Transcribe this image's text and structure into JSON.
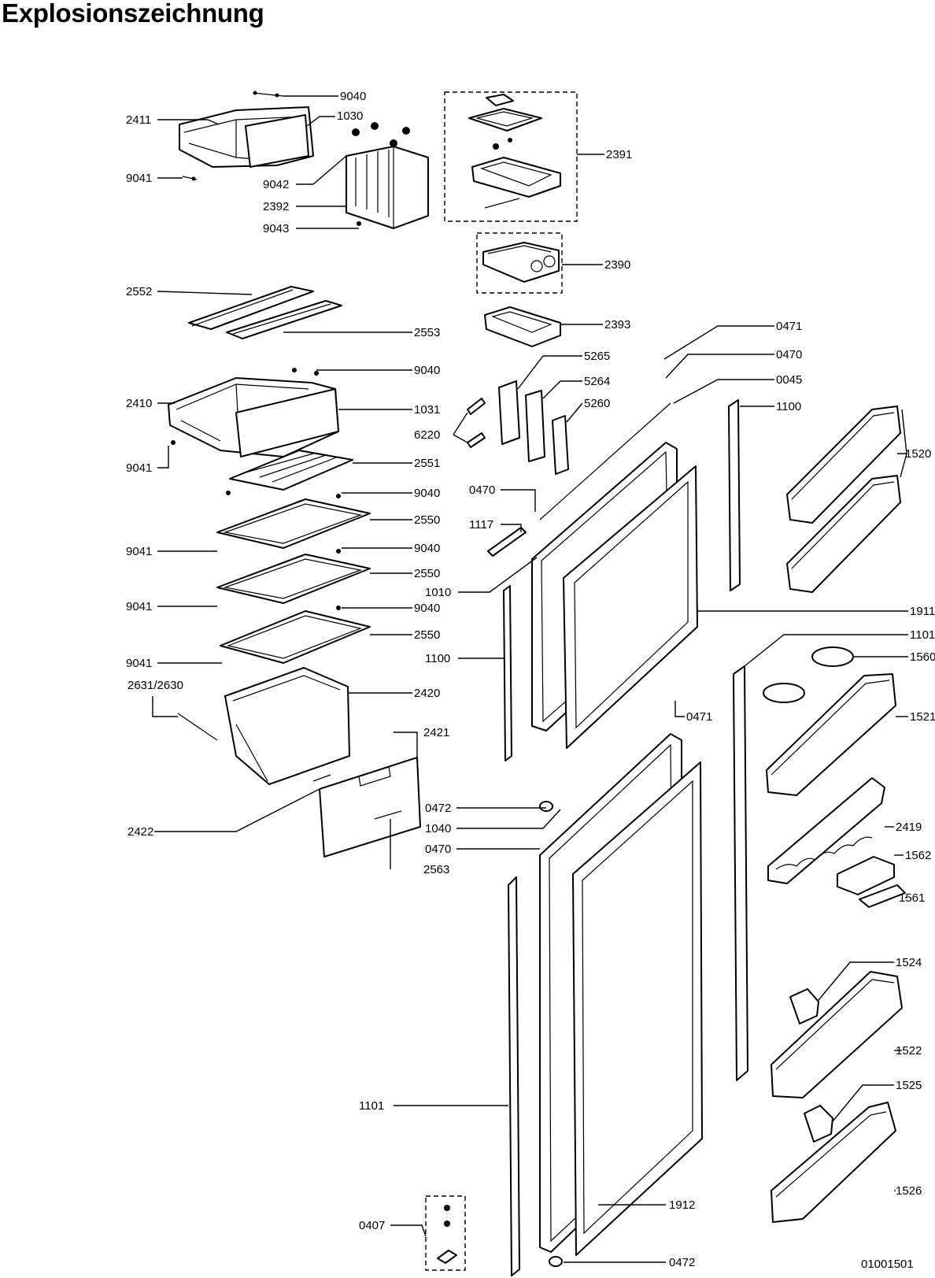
{
  "title": "Explosionszeichnung",
  "drawing_number": "01001501",
  "part_labels": [
    "9040",
    "1030",
    "2411",
    "9042",
    "9041",
    "2392",
    "9043",
    "2391",
    "2390",
    "2393",
    "2552",
    "2553",
    "0471",
    "0470",
    "0045",
    "5265",
    "5264",
    "5260",
    "9040",
    "2410",
    "1031",
    "6220",
    "9041",
    "2551",
    "9040",
    "0470",
    "2550",
    "1117",
    "9041",
    "9040",
    "2550",
    "1010",
    "9041",
    "9040",
    "2550",
    "9041",
    "1100",
    "2631/2630",
    "2420",
    "0471",
    "2421",
    "2422",
    "0472",
    "1040",
    "0470",
    "2563",
    "1100",
    "1520",
    "1911",
    "1101",
    "1560",
    "1521",
    "2419",
    "1562",
    "1561",
    "1524",
    "1522",
    "1525",
    "1526",
    "1101",
    "1912",
    "0407",
    "0472"
  ]
}
